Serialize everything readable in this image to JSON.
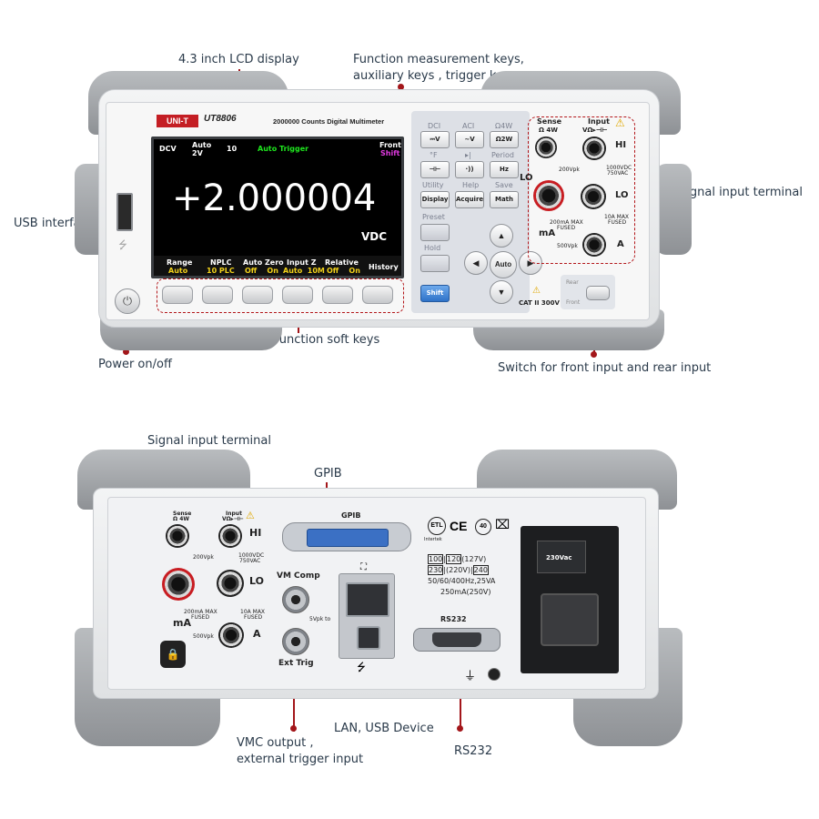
{
  "callouts": {
    "lcd_display": "4.3 inch LCD display",
    "function_keys_line1": "Function measurement keys,",
    "function_keys_line2": "auxiliary keys , trigger keys",
    "usb_interface": "USB interface",
    "signal_input_front": "Signal input terminal",
    "function_soft_keys": "Function soft keys",
    "power": "Power on/off",
    "front_rear_switch": "Switch for front input and rear input",
    "signal_input_rear": "Signal input terminal",
    "gpib": "GPIB",
    "lan_usb": "LAN, USB Device",
    "vmc_line1": "VMC output ,",
    "vmc_line2": "external trigger input",
    "rs232": "RS232"
  },
  "front": {
    "brand": "UNI-T",
    "model": "UT8806",
    "subtitle": "2000000 Counts Digital Multimeter",
    "lcd": {
      "mode": "DCV",
      "auto": "Auto",
      "range": "2V",
      "num": "10",
      "trigger": "Auto Trigger",
      "front": "Front",
      "shift": "Shift",
      "reading": "+2.000004",
      "unit": "VDC",
      "softkeys": [
        {
          "top": "Range",
          "bottom": "Auto"
        },
        {
          "top": "NPLC",
          "bottom": "10 PLC"
        },
        {
          "top": "Auto Zero",
          "bottom": "Off    On"
        },
        {
          "top": "Input Z",
          "bottom": "Auto  10M"
        },
        {
          "top": "Relative",
          "bottom": "Off    On"
        },
        {
          "top": "History",
          "bottom": ""
        }
      ]
    },
    "keys": {
      "dci": "DCI",
      "aci": "ACI",
      "omega4w": "Ω4W",
      "dcv": "⎓V",
      "acv": "~V",
      "omega2w": "Ω2W",
      "temp": "°F",
      "diode": "▸|",
      "period": "Period",
      "cap": "⊣⊢",
      "cont": "·))",
      "hz": "Hz",
      "utility": "Utility",
      "help": "Help",
      "save": "Save",
      "display": "Display",
      "acquire": "Acquire",
      "math": "Math",
      "preset": "Preset",
      "hold": "Hold",
      "auto": "Auto",
      "shift": "Shift"
    },
    "terminals": {
      "sense": "Sense",
      "sense_sub": "Ω 4W",
      "input": "Input",
      "input_sub": "VΩ▸⊣⊢",
      "hi": "HI",
      "lo": "LO",
      "ma": "mA",
      "a": "A",
      "v200": "200Vpk",
      "v1000": "1000VDC",
      "v750": "750VAC",
      "ma_fuse1": "200mA MAX",
      "ma_fuse2": "FUSED",
      "a_fuse1": "10A MAX",
      "a_fuse2": "FUSED",
      "v500": "500Vpk",
      "cat": "CAT II 300V",
      "rear": "Rear",
      "front": "Front"
    }
  },
  "rear": {
    "sense": "Sense",
    "sense_sub": "Ω 4W",
    "input": "Input",
    "input_sub": "VΩ▸⊣⊢",
    "hi": "HI",
    "lo": "LO",
    "ma": "mA",
    "a": "A",
    "v200": "200Vpk",
    "v1000": "1000VDC",
    "v750": "750VAC",
    "ma_fuse1": "200mA MAX",
    "ma_fuse2": "FUSED",
    "a_fuse1": "10A MAX",
    "a_fuse2": "FUSED",
    "v500": "500Vpk",
    "gpib": "GPIB",
    "vm_comp": "VM Comp",
    "ext_trig": "Ext Trig",
    "vpk_to": "5Vpk to",
    "rs232": "RS232",
    "fuse": "230Vac",
    "volt_1a": "100",
    "volt_1b": "120",
    "volt_1c": "(127V)",
    "volt_2a": "230",
    "volt_2b": "(220V)",
    "volt_2c": "240",
    "power_spec": "50/60/400Hz,25VA",
    "fuse_spec": "250mA(250V)",
    "intertek": "Intertek",
    "ce": "CE"
  }
}
